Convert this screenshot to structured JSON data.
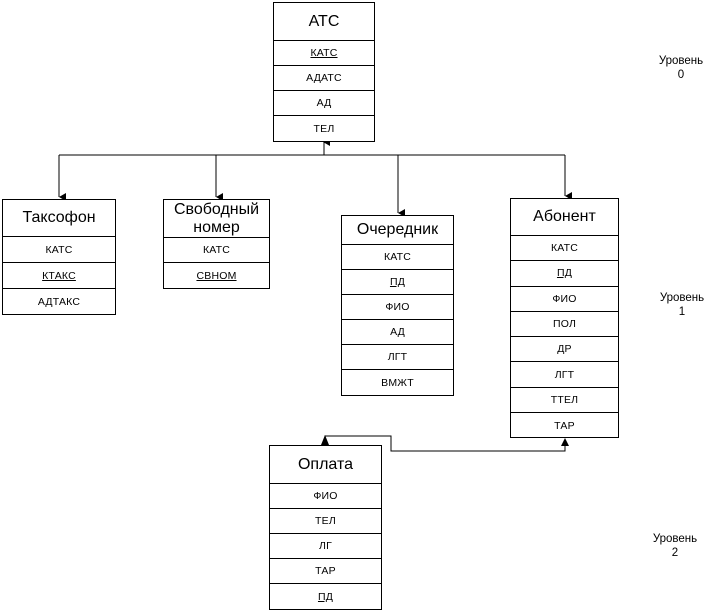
{
  "entities": {
    "ats": {
      "title": "АТС",
      "attrs": [
        {
          "t": "КАТС",
          "key": true
        },
        {
          "t": "АДАТС",
          "key": false
        },
        {
          "t": "АД",
          "key": false
        },
        {
          "t": "ТЕЛ",
          "key": false
        }
      ]
    },
    "taxophone": {
      "title": "Таксофон",
      "attrs": [
        {
          "t": "КАТС",
          "key": false
        },
        {
          "t": "КТАКС",
          "key": true
        },
        {
          "t": "АДТАКС",
          "key": false
        }
      ]
    },
    "freenum": {
      "title": "Свободный\nномер",
      "attrs": [
        {
          "t": "КАТС",
          "key": false
        },
        {
          "t": "СВНОМ",
          "key": true
        }
      ]
    },
    "queue": {
      "title": "Очередник",
      "attrs": [
        {
          "t": "КАТС",
          "key": false
        },
        {
          "t": "ПД",
          "key": true
        },
        {
          "t": "ФИО",
          "key": false
        },
        {
          "t": "АД",
          "key": false
        },
        {
          "t": "ЛГТ",
          "key": false
        },
        {
          "t": "ВМЖТ",
          "key": false
        }
      ]
    },
    "subscriber": {
      "title": "Абонент",
      "attrs": [
        {
          "t": "КАТС",
          "key": false
        },
        {
          "t": "ПД",
          "key": true
        },
        {
          "t": "ФИО",
          "key": false
        },
        {
          "t": "ПОЛ",
          "key": false
        },
        {
          "t": "ДР",
          "key": false
        },
        {
          "t": "ЛГТ",
          "key": false
        },
        {
          "t": "ТТЕЛ",
          "key": false
        },
        {
          "t": "ТАР",
          "key": false
        }
      ]
    },
    "payment": {
      "title": "Оплата",
      "attrs": [
        {
          "t": "ФИО",
          "key": false
        },
        {
          "t": "ТЕЛ",
          "key": false
        },
        {
          "t": "ЛГ",
          "key": false
        },
        {
          "t": "ТАР",
          "key": false
        },
        {
          "t": "ПД",
          "key": true
        }
      ]
    }
  },
  "levels": {
    "l0": "Уровень\n0",
    "l1": "Уровень\n1",
    "l2": "Уровень\n2"
  }
}
